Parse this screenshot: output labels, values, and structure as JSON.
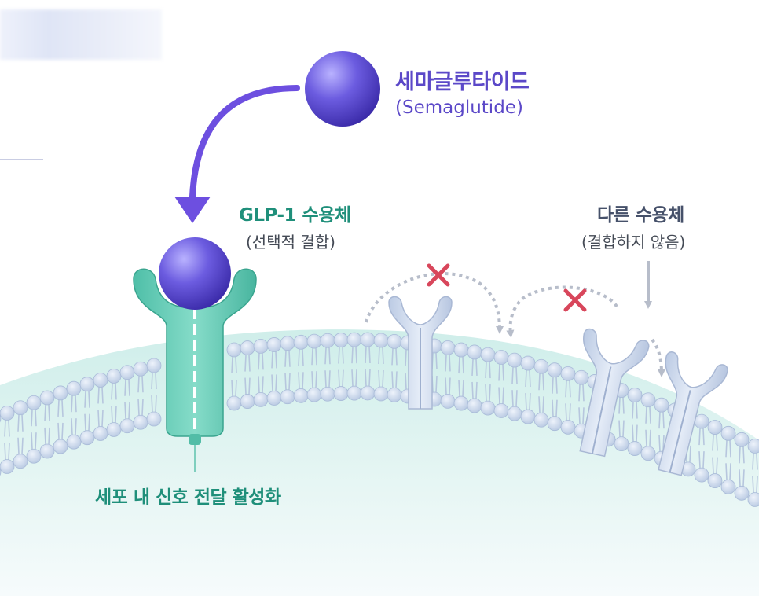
{
  "labels": {
    "drug_name": "세마글루타이드",
    "drug_name_en": "(Semaglutide)",
    "glp1_receptor": "GLP-1 수용체",
    "glp1_binding": "(선택적 결합)",
    "other_receptor": "다른 수용체",
    "other_binding": "(결합하지 않음)",
    "signal": "세포 내 신호 전달 활성화"
  },
  "colors": {
    "drug": "#6a5ad8",
    "glp1_receptor": "#6fcfbb",
    "other_receptor": "#d4deee",
    "arrow": "#6d4fe0",
    "blocked_mark": "#d8465b",
    "membrane_head": "#cad8ec",
    "cytoplasm": "#dcf1ee"
  }
}
